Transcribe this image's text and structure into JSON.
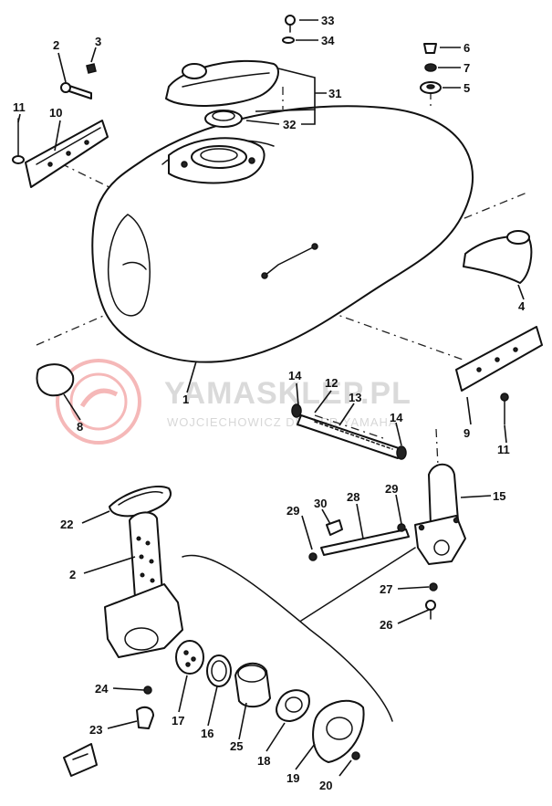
{
  "watermark": {
    "title": "YAMASKLEP.PL",
    "subtitle": "WOJCIECHOWICZ DEALER YAMAHA"
  },
  "callouts": [
    {
      "id": "c33",
      "label": "33"
    },
    {
      "id": "c34",
      "label": "34"
    },
    {
      "id": "c2a",
      "label": "2"
    },
    {
      "id": "c3",
      "label": "3"
    },
    {
      "id": "c6",
      "label": "6"
    },
    {
      "id": "c7",
      "label": "7"
    },
    {
      "id": "c5",
      "label": "5"
    },
    {
      "id": "c31",
      "label": "31"
    },
    {
      "id": "c32",
      "label": "32"
    },
    {
      "id": "c11a",
      "label": "11"
    },
    {
      "id": "c10",
      "label": "10"
    },
    {
      "id": "c4",
      "label": "4"
    },
    {
      "id": "c8",
      "label": "8"
    },
    {
      "id": "c1",
      "label": "1"
    },
    {
      "id": "c14a",
      "label": "14"
    },
    {
      "id": "c12",
      "label": "12"
    },
    {
      "id": "c13",
      "label": "13"
    },
    {
      "id": "c14b",
      "label": "14"
    },
    {
      "id": "c9",
      "label": "9"
    },
    {
      "id": "c11b",
      "label": "11"
    },
    {
      "id": "c15",
      "label": "15"
    },
    {
      "id": "c22",
      "label": "22"
    },
    {
      "id": "c29a",
      "label": "29"
    },
    {
      "id": "c30",
      "label": "30"
    },
    {
      "id": "c28",
      "label": "28"
    },
    {
      "id": "c29b",
      "label": "29"
    },
    {
      "id": "c2b",
      "label": "2"
    },
    {
      "id": "c27",
      "label": "27"
    },
    {
      "id": "c26",
      "label": "26"
    },
    {
      "id": "c24",
      "label": "24"
    },
    {
      "id": "c23",
      "label": "23"
    },
    {
      "id": "c17",
      "label": "17"
    },
    {
      "id": "c16",
      "label": "16"
    },
    {
      "id": "c25",
      "label": "25"
    },
    {
      "id": "c18",
      "label": "18"
    },
    {
      "id": "c19",
      "label": "19"
    },
    {
      "id": "c20",
      "label": "20"
    }
  ]
}
